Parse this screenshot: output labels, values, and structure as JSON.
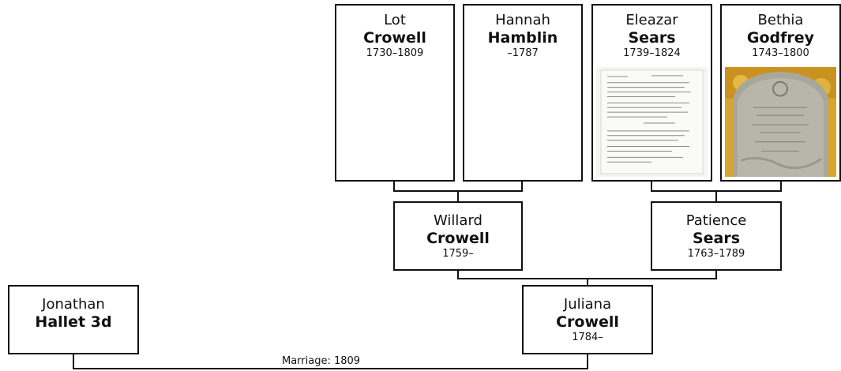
{
  "persons": {
    "lot": {
      "given": "Lot",
      "surname": "Crowell",
      "dates": "1730–1809"
    },
    "hannah": {
      "given": "Hannah",
      "surname": "Hamblin",
      "dates": "–1787"
    },
    "eleazar": {
      "given": "Eleazar",
      "surname": "Sears",
      "dates": "1739–1824"
    },
    "bethia": {
      "given": "Bethia",
      "surname": "Godfrey",
      "dates": "1743–1800"
    },
    "willard": {
      "given": "Willard",
      "surname": "Crowell",
      "dates": "1759–"
    },
    "patience": {
      "given": "Patience",
      "surname": "Sears",
      "dates": "1763–1789"
    },
    "juliana": {
      "given": "Juliana",
      "surname": "Crowell",
      "dates": "1784–"
    },
    "jonathan": {
      "given": "Jonathan",
      "surname": "Hallet 3d",
      "dates": ""
    }
  },
  "marriage": {
    "label": "Marriage: 1809"
  }
}
